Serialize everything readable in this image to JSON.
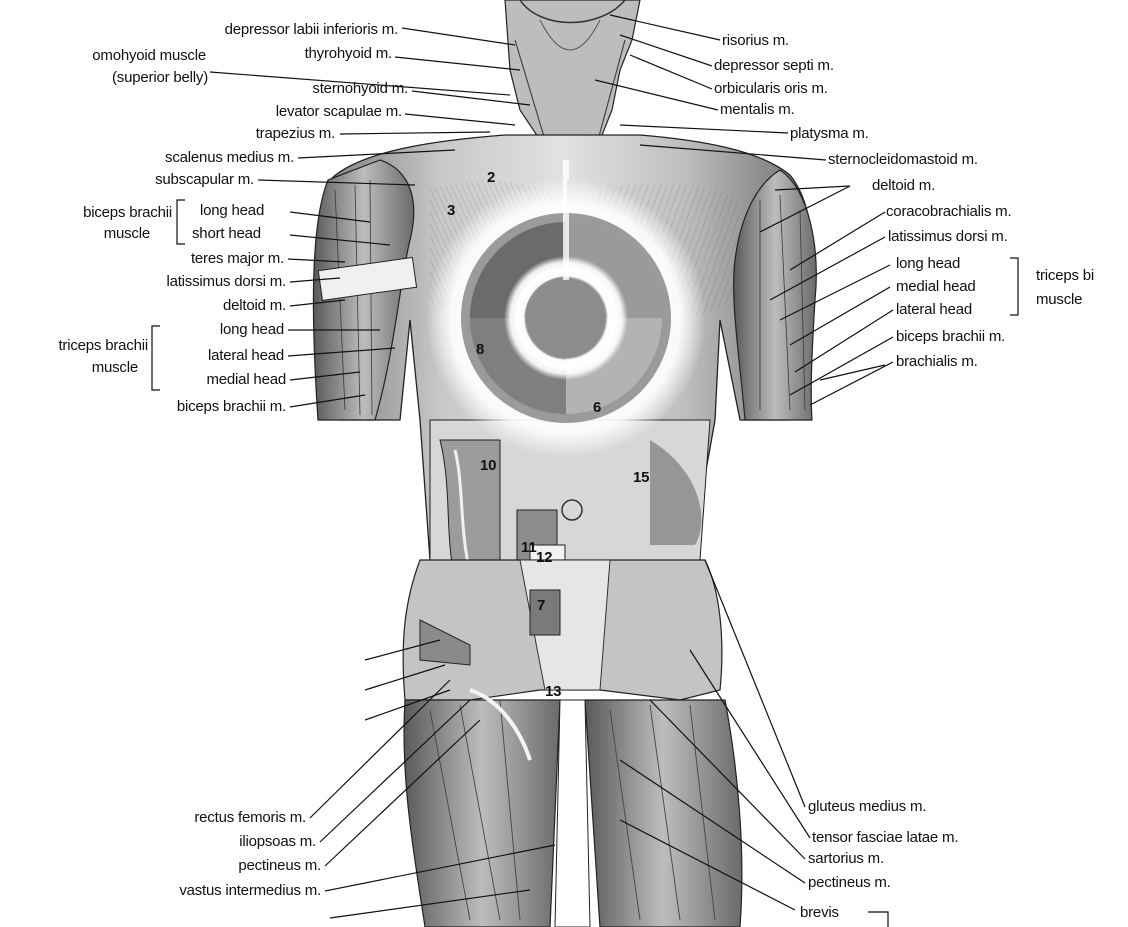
{
  "labels_left": [
    {
      "id": "depressor-labii-inferioris",
      "text": "depressor labii inferioris m."
    },
    {
      "id": "omohyoid-muscle",
      "text": "omohyoid muscle"
    },
    {
      "id": "omohyoid-superior-belly",
      "text": "(superior belly)"
    },
    {
      "id": "thyrohyoid",
      "text": "thyrohyoid m."
    },
    {
      "id": "sternohyoid",
      "text": "sternohyoid m."
    },
    {
      "id": "levator-scapulae",
      "text": "levator scapulae m."
    },
    {
      "id": "trapezius",
      "text": "trapezius m."
    },
    {
      "id": "scalenus-medius",
      "text": "scalenus medius m."
    },
    {
      "id": "subscapular",
      "text": "subscapular m."
    },
    {
      "id": "biceps-brachii-muscle-1",
      "text": "biceps brachii"
    },
    {
      "id": "biceps-brachii-muscle-2",
      "text": "muscle"
    },
    {
      "id": "biceps-long-head",
      "text": "long head"
    },
    {
      "id": "biceps-short-head",
      "text": "short head"
    },
    {
      "id": "teres-major",
      "text": "teres major m."
    },
    {
      "id": "latissimus-dorsi-left",
      "text": "latissimus dorsi m."
    },
    {
      "id": "deltoid-left",
      "text": "deltoid m."
    },
    {
      "id": "triceps-brachii-muscle-1",
      "text": "triceps brachii"
    },
    {
      "id": "triceps-brachii-muscle-2",
      "text": "muscle"
    },
    {
      "id": "triceps-long-head-left",
      "text": "long head"
    },
    {
      "id": "triceps-lateral-head-left",
      "text": "lateral head"
    },
    {
      "id": "triceps-medial-head-left",
      "text": "medial head"
    },
    {
      "id": "biceps-brachii-left",
      "text": "biceps brachii m."
    },
    {
      "id": "rectus-femoris",
      "text": "rectus femoris m."
    },
    {
      "id": "iliopsoas",
      "text": "iliopsoas m."
    },
    {
      "id": "pectineus-left",
      "text": "pectineus m."
    },
    {
      "id": "vastus-intermedius",
      "text": "vastus intermedius m."
    }
  ],
  "labels_right": [
    {
      "id": "risorius",
      "text": "risorius m."
    },
    {
      "id": "depressor-septi",
      "text": "depressor septi m."
    },
    {
      "id": "orbicularis-oris",
      "text": "orbicularis oris m."
    },
    {
      "id": "mentalis",
      "text": "mentalis m."
    },
    {
      "id": "platysma",
      "text": "platysma m."
    },
    {
      "id": "sternocleidomastoid",
      "text": "sternocleidomastoid m."
    },
    {
      "id": "deltoid-right",
      "text": "deltoid m."
    },
    {
      "id": "coracobrachialis",
      "text": "coracobrachialis m."
    },
    {
      "id": "latissimus-dorsi-right",
      "text": "latissimus dorsi m."
    },
    {
      "id": "triceps-long-head-right",
      "text": "long head"
    },
    {
      "id": "triceps-medial-head-right",
      "text": "medial head"
    },
    {
      "id": "triceps-lateral-head-right",
      "text": "lateral head"
    },
    {
      "id": "triceps-brachii-right-1",
      "text": "triceps bi"
    },
    {
      "id": "triceps-brachii-right-2",
      "text": "muscle"
    },
    {
      "id": "biceps-brachii-right",
      "text": "biceps brachii m."
    },
    {
      "id": "brachialis",
      "text": "brachialis m."
    },
    {
      "id": "gluteus-medius",
      "text": "gluteus medius m."
    },
    {
      "id": "tensor-fasciae-latae",
      "text": "tensor fasciae latae m."
    },
    {
      "id": "sartorius",
      "text": "sartorius m."
    },
    {
      "id": "pectineus-right",
      "text": "pectineus m."
    },
    {
      "id": "brevis",
      "text": "brevis"
    }
  ],
  "region_numbers": [
    "2",
    "3",
    "6",
    "7",
    "8",
    "10",
    "11",
    "12",
    "13",
    "15"
  ],
  "colors": {
    "ink": "#111111",
    "skin_light": "#d9d9d9",
    "skin_mid": "#a6a6a6",
    "skin_dark": "#595959",
    "glow": "#ffffff"
  }
}
